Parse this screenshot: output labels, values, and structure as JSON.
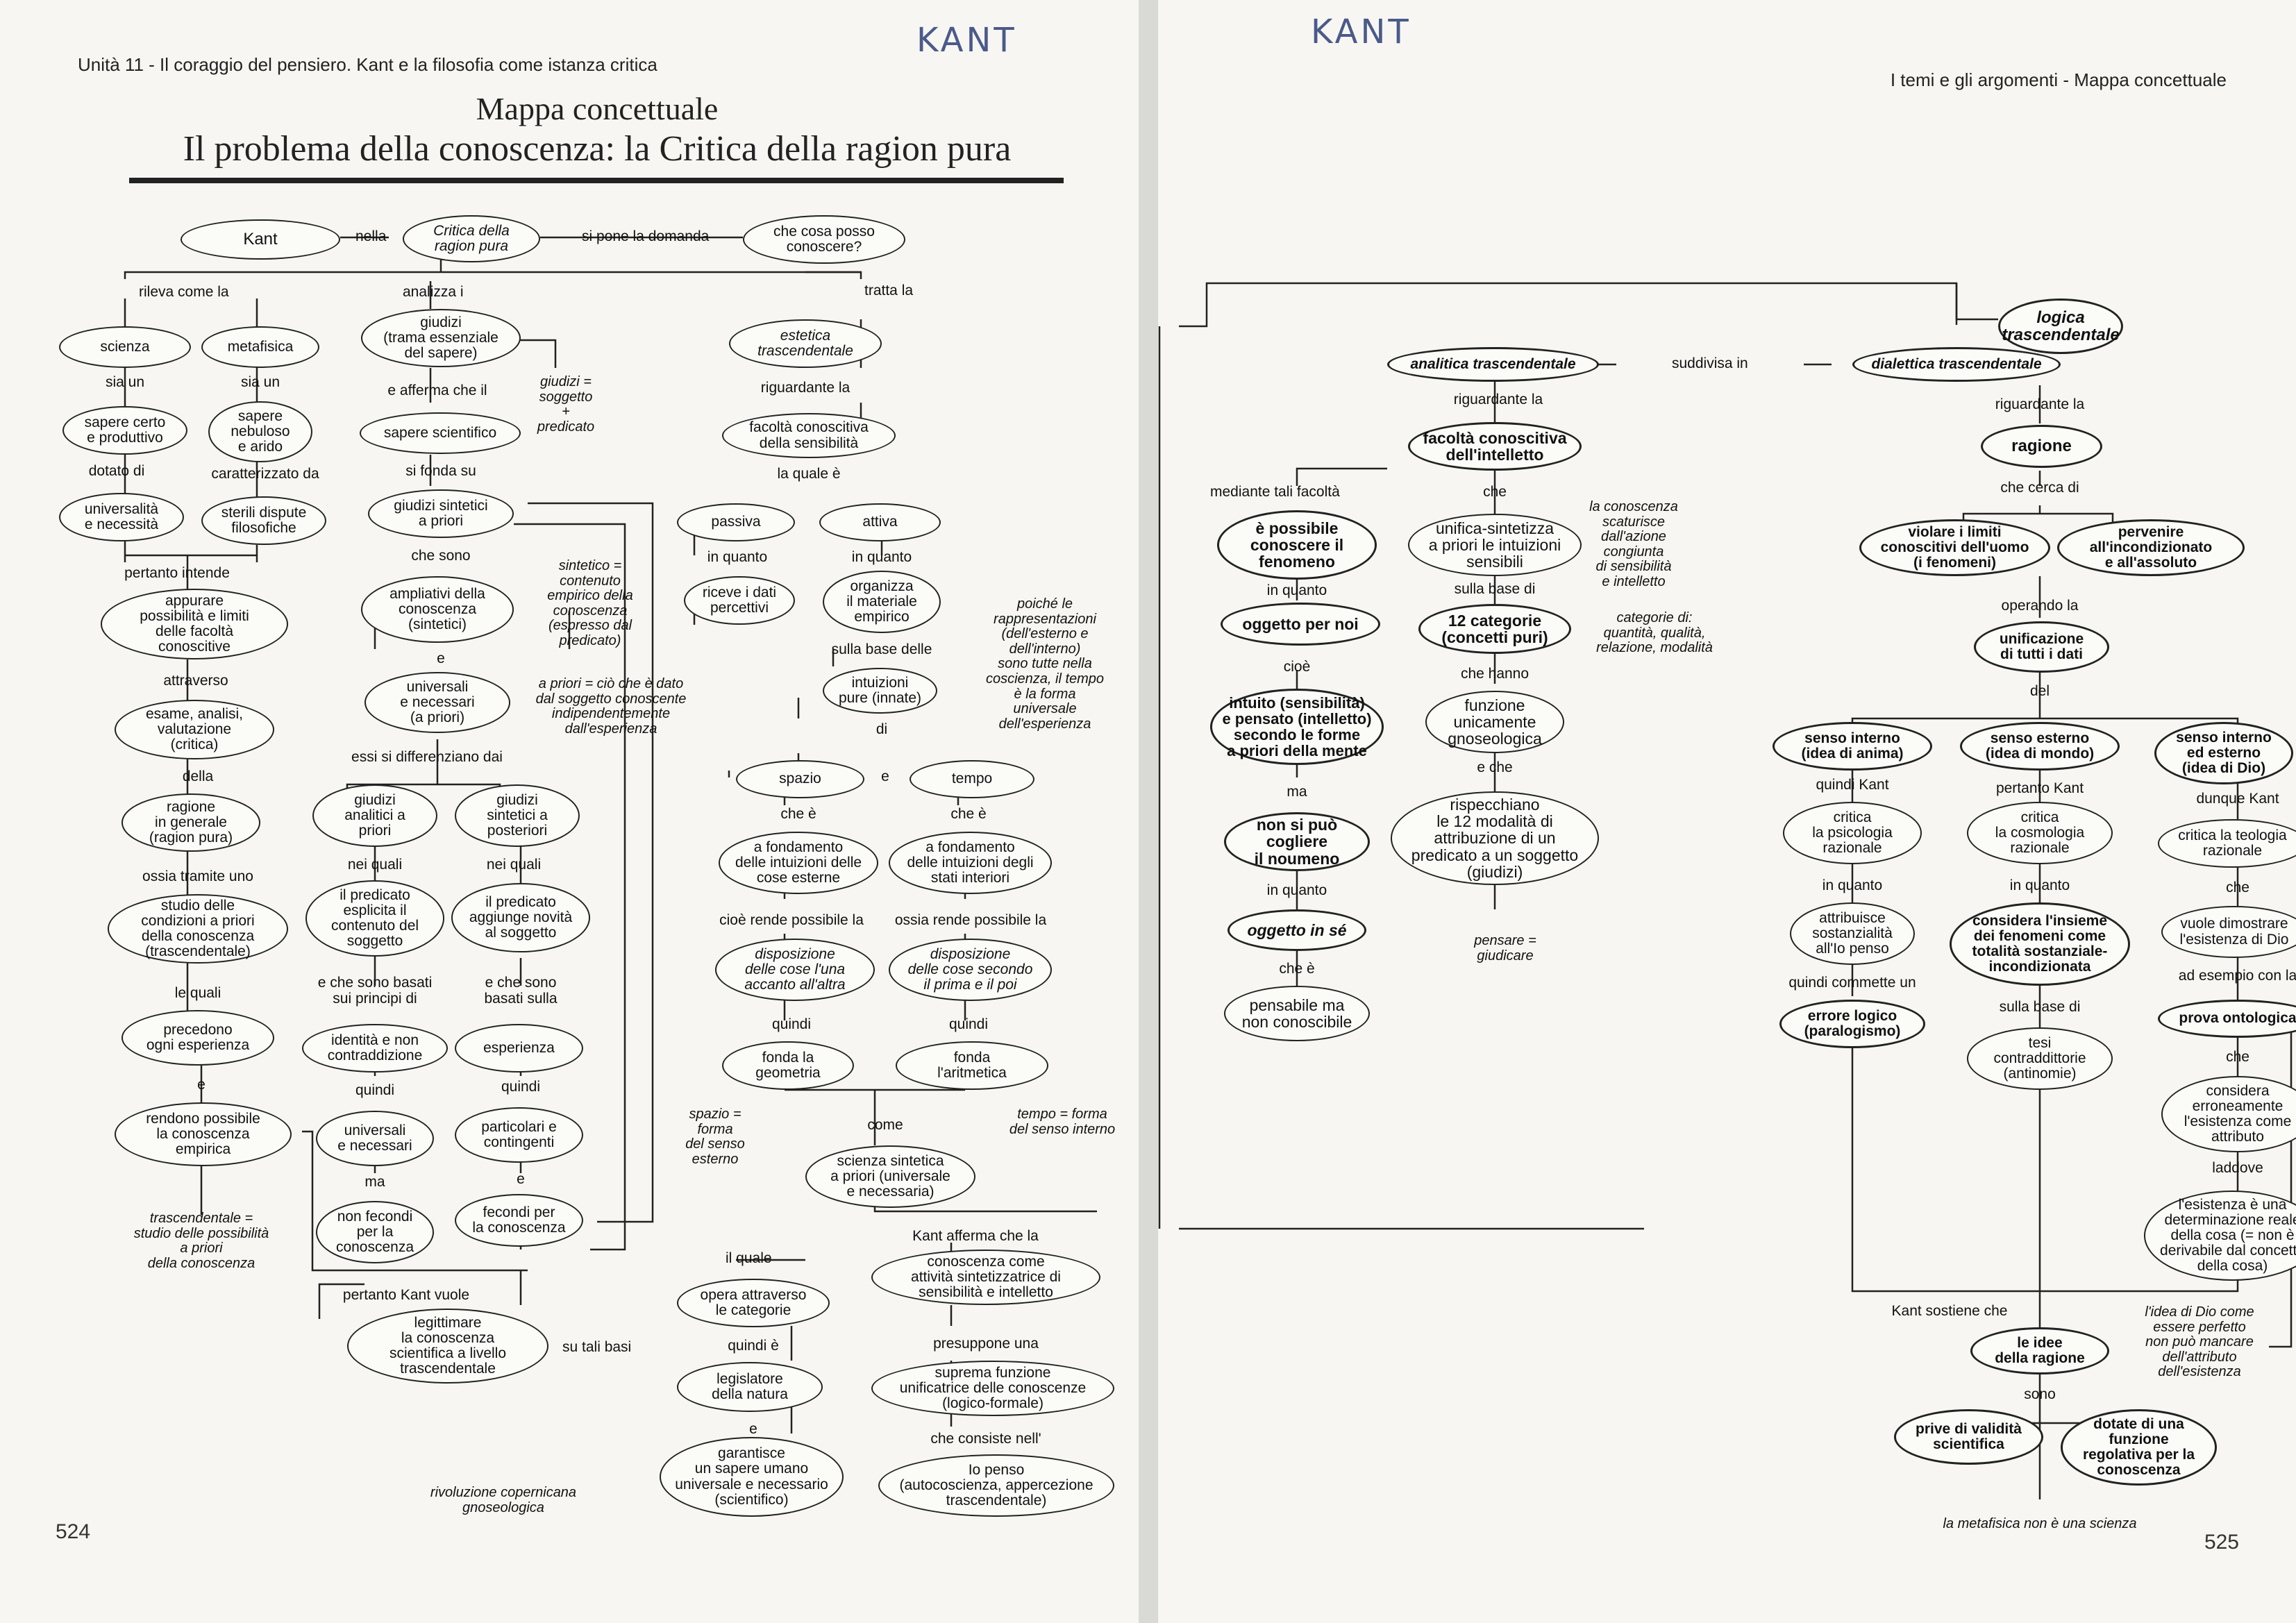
{
  "handwriting": "KANT",
  "left": {
    "header": "Unità 11 - Il coraggio del pensiero. Kant e la filosofia come istanza critica",
    "title1": "Mappa concettuale",
    "title2": "Il problema della conoscenza: la Critica della ragion pura",
    "page_number": "524",
    "nodes": {
      "kant": "Kant",
      "critica": "Critica della\nragion pura",
      "domanda": "che cosa posso\nconoscere?",
      "scienza": "scienza",
      "metafisica": "metafisica",
      "sapere_certo": "sapere certo\ne produttivo",
      "sapere_nebuloso": "sapere\nnebuloso\ne arido",
      "universalita": "universalità\ne necessità",
      "sterili": "sterili dispute\nfilosofiche",
      "appurare": "appurare\npossibilità e limiti\ndelle facoltà\nconoscitive",
      "esame": "esame, analisi,\nvalutazione\n(critica)",
      "ragione_generale": "ragione\nin generale\n(ragion pura)",
      "studio": "studio delle\ncondizioni a priori\ndella conoscenza\n(trascendentale)",
      "precedono": "precedono\nogni esperienza",
      "rendono": "rendono possibile\nla conoscenza\nempirica",
      "giudizi": "giudizi\n(trama essenziale\ndel sapere)",
      "sapere_scientifico": "sapere scientifico",
      "sintetici_priori": "giudizi sintetici\na priori",
      "ampliativi": "ampliativi della\nconoscenza\n(sintetici)",
      "universali": "universali\ne necessari\n(a priori)",
      "analitici": "giudizi\nanalitici a\npriori",
      "sint_posteriori": "giudizi\nsintetici a\nposteriori",
      "predicato_esplicita": "il predicato\nesplicita il\ncontenuto del\nsoggetto",
      "predicato_aggiunge": "il predicato\naggiunge novità\nal soggetto",
      "identita": "identità e non\ncontraddizione",
      "esperienza": "esperienza",
      "univ_necessari": "universali\ne necessari",
      "particolari": "particolari e\ncontingenti",
      "non_fecondi": "non fecondi\nper la\nconoscenza",
      "fecondi": "fecondi per\nla conoscenza",
      "legittimare": "legittimare\nla conoscenza\nscientifica a livello\ntrascendentale",
      "estetica": "estetica\ntrascendentale",
      "facolta_sens": "facoltà conoscitiva\ndella sensibilità",
      "passiva": "passiva",
      "attiva": "attiva",
      "riceve": "riceve i dati\npercettivi",
      "organizza": "organizza\nil materiale\nempirico",
      "intuizioni": "intuizioni\npure (innate)",
      "spazio": "spazio",
      "tempo": "tempo",
      "fond_accanto": "a fondamento\ndelle intuizioni delle\ncose esterne",
      "fond_stati": "a fondamento\ndelle intuizioni degli\nstati interiori",
      "disp_accanto": "disposizione\ndelle cose l'una\naccanto all'altra",
      "disp_prima": "disposizione\ndelle cose secondo\nil prima e il poi",
      "geometria": "fonda la\ngeometria",
      "aritmetica": "fonda\nl'aritmetica",
      "scienza_sintetica": "scienza sintetica\na priori (universale\ne necessaria)",
      "opera": "opera attraverso\nle categorie",
      "legislatore": "legislatore\ndella natura",
      "garantisce": "garantisce\nun sapere umano\nuniversale e necessario\n(scientifico)",
      "conoscenza_attivita": "conoscenza come\nattività sintetizzatrice di\nsensibilità e intelletto",
      "suprema": "suprema funzione\nunificatrice delle conoscenze\n(logico-formale)",
      "io_penso": "Io penso\n(autocoscienza, appercezione\ntrascendentale)"
    },
    "labels": {
      "nella": "nella",
      "si_pone": "si pone la domanda",
      "rileva": "rileva come la",
      "analizza": "analizza i",
      "tratta": "tratta la",
      "sia_un1": "sia un",
      "sia_un2": "sia un",
      "dotato": "dotato di",
      "caratterizzato": "caratterizzato da",
      "pertanto_intende": "pertanto intende",
      "attraverso": "attraverso",
      "della": "della",
      "ossia": "ossia tramite uno",
      "le_quali": "le quali",
      "e1": "e",
      "afferma": "e afferma che il",
      "si_fonda": "si fonda su",
      "che_sono": "che sono",
      "e2": "e",
      "differenziano": "essi si differenziano dai",
      "nei_quali1": "nei quali",
      "nei_quali2": "nei quali",
      "basati_principi": "e che sono basati\nsui principi di",
      "basati_sulla": "e che sono\nbasati sulla",
      "quindi1": "quindi",
      "quindi2": "quindi",
      "ma": "ma",
      "e3": "e",
      "pertanto_vuole": "pertanto Kant vuole",
      "su_tali_basi": "su tali basi",
      "riguardante": "riguardante la",
      "la_quale": "la quale è",
      "in_quanto1": "in quanto",
      "in_quanto2": "in quanto",
      "sulla_base": "sulla base delle",
      "di": "di",
      "e_st": "e",
      "che_e1": "che è",
      "che_e2": "che è",
      "cioe": "cioè rende possibile la",
      "ossia_rende": "ossia rende possibile la",
      "quindi3": "quindi",
      "quindi4": "quindi",
      "come": "come",
      "kant_afferma": "Kant afferma che la",
      "il_quale": "il quale",
      "quindi_e": "quindi è",
      "e4": "e",
      "presuppone": "presuppone una",
      "consiste": "che consiste nell'"
    },
    "notes": {
      "giudizi_sp": "giudizi =\nsoggetto\n+\npredicato",
      "sintetico": "sintetico =\ncontenuto\nempirico della\nconoscenza\n(espresso dal\npredicato)",
      "a_priori": "a priori = ciò che è dato\ndal soggetto conoscente\nindipendentemente\ndall'esperienza",
      "trascendentale": "trascendentale =\nstudio delle possibilità\na priori\ndella conoscenza",
      "poiche": "poiché le\nrappresentazioni\n(dell'esterno e\ndell'interno)\nsono tutte nella\ncoscienza, il tempo\nè la forma\nuniversale\ndell'esperienza",
      "spazio_forma": "spazio =\nforma\ndel senso\nesterno",
      "tempo_forma": "tempo = forma\ndel senso interno",
      "rivoluzione": "rivoluzione copernicana\ngnoseologica"
    }
  },
  "right": {
    "header": "I temi e gli argomenti - Mappa concettuale",
    "page_number": "525",
    "nodes": {
      "logica": "logica\ntrascendentale",
      "analitica": "analitica trascendentale",
      "dialettica": "dialettica trascendentale",
      "facolta_int": "facoltà conoscitiva\ndell'intelletto",
      "ragione": "ragione",
      "possibile": "è possibile\nconoscere il\nfenomeno",
      "oggetto_noi": "oggetto per noi",
      "intuito": "intuito (sensibilità)\ne pensato (intelletto)\nsecondo le forme\na priori della mente",
      "non_si_puo": "non si può\ncogliere\nil noumeno",
      "oggetto_se": "oggetto in sé",
      "pensabile": "pensabile ma\nnon conoscibile",
      "unifica": "unifica-sintetizza\na priori le intuizioni\nsensibili",
      "dodici": "12 categorie\n(concetti puri)",
      "funzione": "funzione\nunicamente\ngnoseologica",
      "rispecchiano": "rispecchiano\nle 12 modalità di\nattribuzione di un\npredicato a un soggetto\n(giudizi)",
      "violare": "violare i limiti\nconoscitivi dell'uomo\n(i fenomeni)",
      "pervenire": "pervenire\nall'incondizionato\ne all'assoluto",
      "unificazione": "unificazione\ndi tutti i dati",
      "senso_interno": "senso interno\n(idea di anima)",
      "senso_esterno": "senso esterno\n(idea di mondo)",
      "senso_int_est": "senso interno\ned esterno\n(idea di Dio)",
      "psicologia": "critica\nla psicologia\nrazionale",
      "cosmologia": "critica\nla cosmologia\nrazionale",
      "teologia": "critica la teologia\nrazionale",
      "attribuisce": "attribuisce\nsostanzialità\nall'Io penso",
      "considera": "considera l'insieme\ndei fenomeni come\ntotalità sostanziale-\nincondizionata",
      "vuole": "vuole dimostrare\nl'esistenza di Dio",
      "errore": "errore logico\n(paralogismo)",
      "tesi": "tesi\ncontraddittorie\n(antinomie)",
      "prova": "prova ontologica",
      "erroneamente": "considera\nerroneamente\nl'esistenza come\nattributo",
      "esistenza": "l'esistenza è una\ndeterminazione reale\ndella cosa (= non è\nderivabile dal concetto\ndella cosa)",
      "idee": "le idee\ndella ragione",
      "prive": "prive di validità\nscientifica",
      "dotate": "dotate di una\nfunzione\nregolativa per la\nconoscenza"
    },
    "labels": {
      "suddivisa": "suddivisa in",
      "riguardante1": "riguardante la",
      "riguardante2": "riguardante la",
      "mediante": "mediante tali facoltà",
      "che1": "che",
      "che_cerca": "che cerca di",
      "in_quanto1": "in quanto",
      "sulla_base": "sulla base di",
      "operando": "operando la",
      "cioe": "cioè",
      "che_hanno": "che hanno",
      "del": "del",
      "e_che": "e che",
      "ma": "ma",
      "quindi_kant": "quindi Kant",
      "pertanto_kant": "pertanto Kant",
      "dunque_kant": "dunque Kant",
      "in_quanto2": "in quanto",
      "in_quanto3": "in quanto",
      "in_quanto4": "in quanto",
      "che2": "che",
      "che_e": "che è",
      "quindi_commette": "quindi commette un",
      "sulla_base2": "sulla base di",
      "esempio": "ad esempio con la",
      "che3": "che",
      "laddove": "laddove",
      "kant_sostiene": "Kant sostiene che",
      "sono": "sono"
    },
    "notes": {
      "conoscenza_scaturisce": "la conoscenza\nscaturisce\ndall'azione\ncongiunta\ndi sensibilità\ne intelletto",
      "categorie_di": "categorie di:\nquantità, qualità,\nrelazione, modalità",
      "pensare": "pensare =\ngiudicare",
      "idea_dio": "l'idea di Dio come\nessere perfetto\nnon può mancare\ndell'attributo\ndell'esistenza",
      "metafisica": "la metafisica non è una scienza"
    }
  }
}
